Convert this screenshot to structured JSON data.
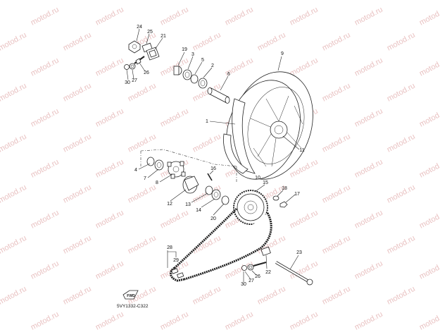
{
  "watermark": {
    "text": "motod.ru"
  },
  "diagram_code": "5VY1332-C322",
  "callouts": [
    "1",
    "2",
    "3",
    "4",
    "5",
    "6",
    "7",
    "8",
    "9",
    "10",
    "11",
    "12",
    "13",
    "14",
    "15",
    "16",
    "17",
    "18",
    "19",
    "20",
    "21",
    "22",
    "23",
    "24",
    "25",
    "26",
    "27",
    "28",
    "29",
    "30"
  ],
  "duplicate_callouts": [
    "26",
    "27",
    "30"
  ]
}
